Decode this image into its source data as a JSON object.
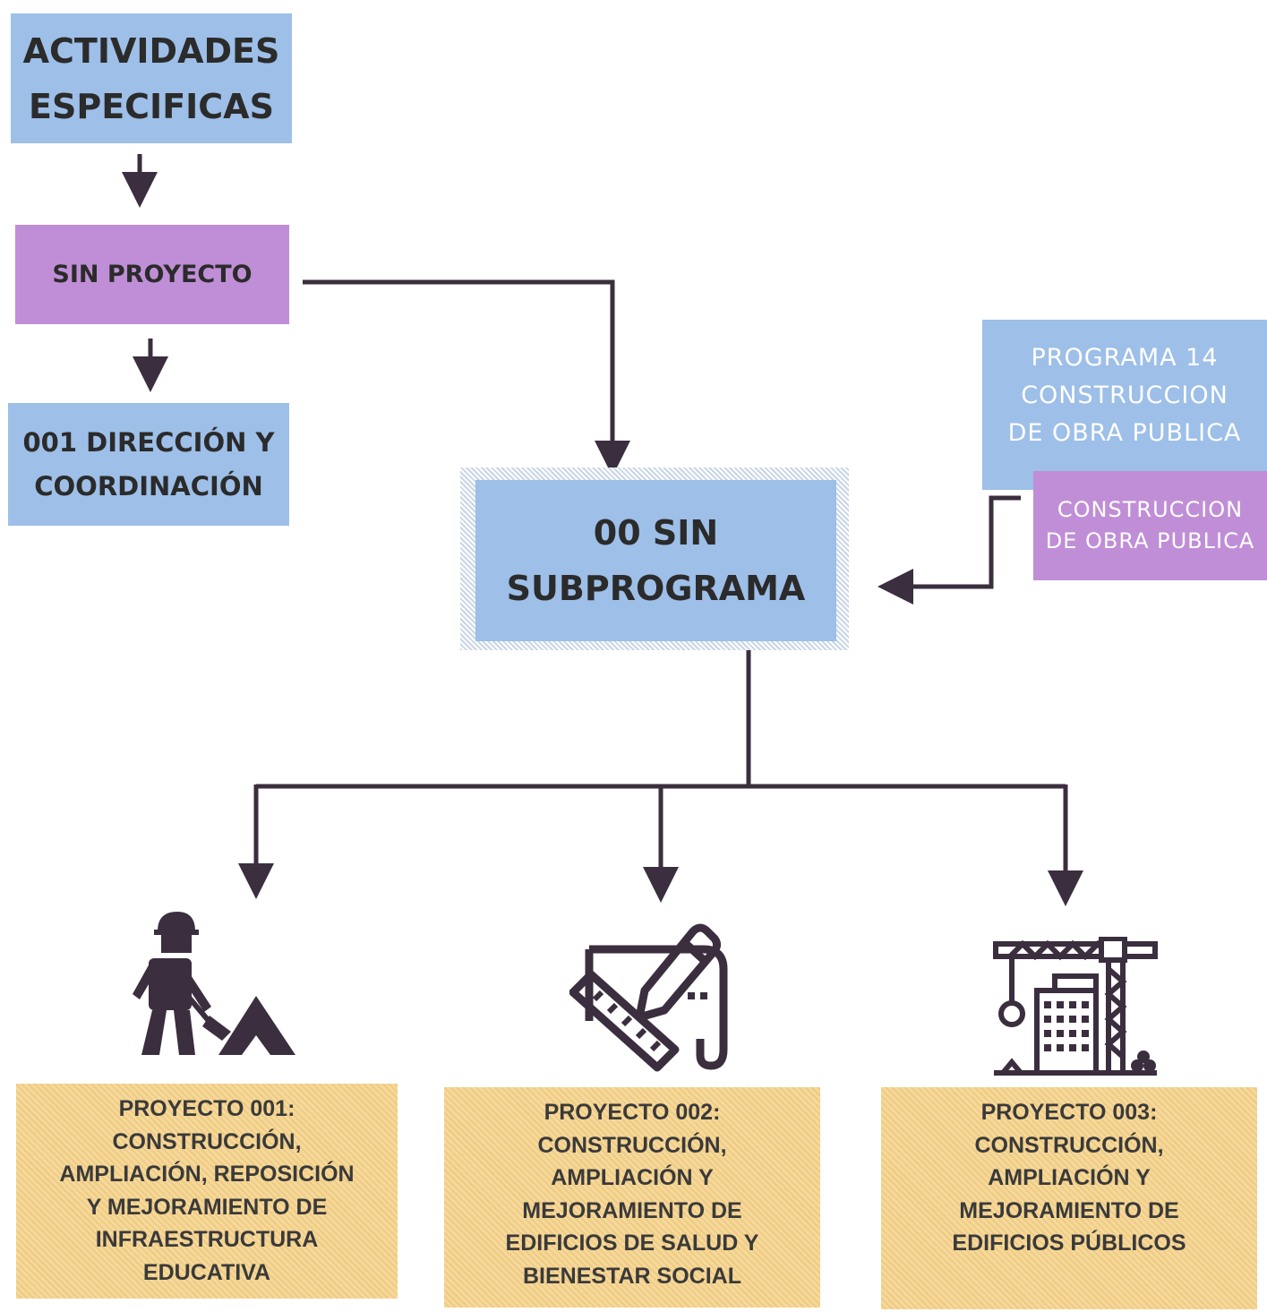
{
  "boxes": {
    "actividades": [
      "ACTIVIDADES",
      "ESPECIFICAS"
    ],
    "sin_proyecto": [
      "SIN PROYECTO"
    ],
    "direccion": [
      "001 DIRECCIÓN Y",
      "COORDINACIÓN"
    ],
    "subprograma": [
      "00 SIN",
      "SUBPROGRAMA"
    ],
    "programa": [
      "PROGRAMA 14",
      "CONSTRUCCION",
      "DE OBRA PUBLICA"
    ],
    "construccion": [
      "CONSTRUCCION",
      "DE OBRA PUBLICA"
    ]
  },
  "projects": [
    {
      "lines": [
        "PROYECTO 001:",
        "CONSTRUCCIÓN,",
        "AMPLIACIÓN, REPOSICIÓN",
        "Y MEJORAMIENTO DE",
        "INFRAESTRUCTURA",
        "EDUCATIVA"
      ],
      "icon": "construction-worker-icon"
    },
    {
      "lines": [
        "PROYECTO 002:",
        "CONSTRUCCIÓN,",
        "AMPLIACIÓN Y",
        "MEJORAMIENTO DE",
        "EDIFICIOS DE SALUD Y",
        "BIENESTAR SOCIAL"
      ],
      "icon": "blueprint-pencil-ruler-icon"
    },
    {
      "lines": [
        "PROYECTO 003:",
        "CONSTRUCCIÓN,",
        "AMPLIACIÓN Y",
        "MEJORAMIENTO DE",
        "EDIFICIOS PÚBLICOS"
      ],
      "icon": "crane-building-icon"
    }
  ],
  "colors": {
    "blue_box": "#9dbfe8",
    "purple_box": "#c08ed6",
    "project_box": "#f6d89b",
    "connector": "#3b2e3e"
  }
}
